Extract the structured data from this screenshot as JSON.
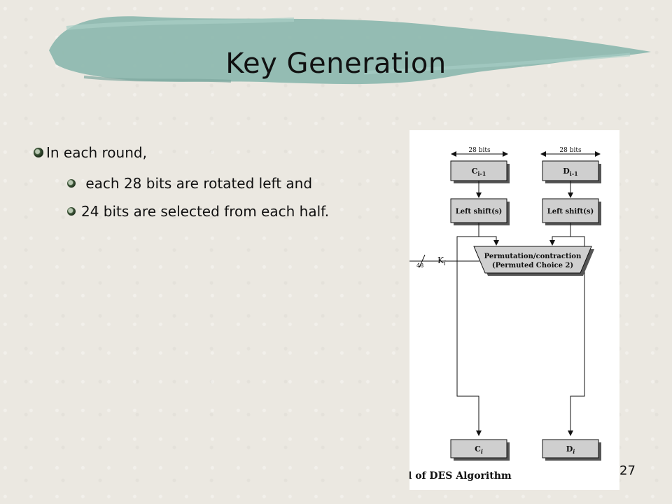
{
  "slide": {
    "title": "Key Generation",
    "page_number": "27"
  },
  "bullets": {
    "level1": "In each round,",
    "level2": [
      " each 28 bits are rotated left and",
      "24 bits are selected from each half."
    ]
  },
  "diagram": {
    "left_width_label": "28 bits",
    "right_width_label": "28 bits",
    "c_prev_box": "C",
    "c_prev_sub": "i-1",
    "d_prev_box": "D",
    "d_prev_sub": "i-1",
    "left_shift_label": "Left shift(s)",
    "right_shift_label": "Left shift(s)",
    "permutation_line1": "Permutation/contraction",
    "permutation_line2": "(Permuted Choice 2)",
    "k_label": "K",
    "k_sub": "i",
    "bits_48": "48",
    "c_next_box": "C",
    "c_next_sub": "i",
    "d_next_box": "D",
    "d_next_sub": "i",
    "caption": "l of DES Algorithm"
  },
  "colors": {
    "title_band": "#8fb9b0",
    "box_fill": "#cfcfcf",
    "box_shadow": "#555555",
    "bullet": "#415b3c"
  }
}
